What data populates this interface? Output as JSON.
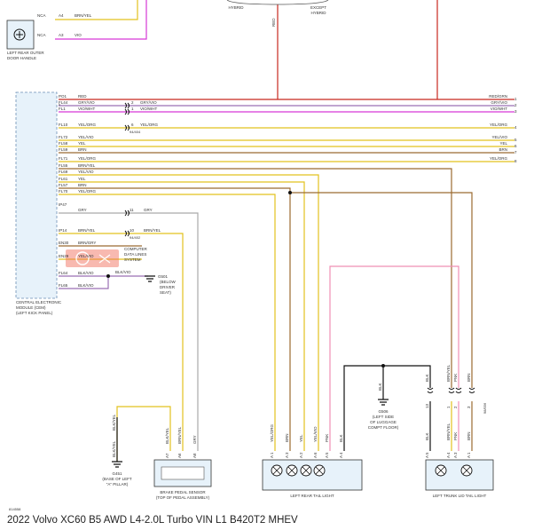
{
  "caption": "2022 Volvo XC60 B5 AWD L4-2.0L Turbo VIN L1 B420T2 MHEV",
  "figure_id": "814558",
  "top_labels": {
    "hybrid": "HYBRID",
    "except_1": "EXCEPT",
    "except_2": "HYBRID",
    "red": "RED"
  },
  "door_handle": {
    "name_1": "LEFT REAR OUTER",
    "name_2": "DOOR HANDLE",
    "rows": [
      {
        "code": "NCA",
        "pin": "A4",
        "wire": "BRN/YEL"
      },
      {
        "code": "NCA",
        "pin": "A3",
        "wire": "VIO"
      }
    ]
  },
  "cem": {
    "name_1": "CENTRAL ELECTRONIC",
    "name_2": "MODULE (CEM)",
    "name_3": "(LEFT KICK PANEL)",
    "pins": [
      {
        "pin": "PO1",
        "wire": "RED"
      },
      {
        "pin": "FL44",
        "wire": "GRY/VIO"
      },
      {
        "pin": "FL1",
        "wire": "VIO/WHT"
      },
      {
        "pin": "FL10",
        "wire": "YEL/ORG"
      },
      {
        "pin": "FL72",
        "wire": "YEL/VIO"
      },
      {
        "pin": "FL58",
        "wire": "YEL"
      },
      {
        "pin": "FL59",
        "wire": "BRN"
      },
      {
        "pin": "FL71",
        "wire": "YEL/ORG"
      },
      {
        "pin": "FL55",
        "wire": "BRN/YEL"
      },
      {
        "pin": "FL69",
        "wire": "YEL/VIO"
      },
      {
        "pin": "FL61",
        "wire": "YEL"
      },
      {
        "pin": "FL57",
        "wire": "BRN"
      },
      {
        "pin": "FL70",
        "wire": "YEL/ORG"
      },
      {
        "pin": "IP47",
        "wire": ""
      },
      {
        "pin": "",
        "wire": "GRY"
      },
      {
        "pin": "IP14",
        "wire": "BRN/YEL"
      },
      {
        "pin": "EN30",
        "wire": "BRN/GRY"
      },
      {
        "pin": "EN29",
        "wire": "YEL/VIO"
      },
      {
        "pin": "FL64",
        "wire": "BLK/VIO"
      },
      {
        "pin": "FL65",
        "wire": "BLK/VIO"
      }
    ]
  },
  "inline_connectors": [
    {
      "num": "2",
      "wire": "GRY/VIO"
    },
    {
      "num": "1",
      "wire": "VIO/WHT"
    },
    {
      "num": "6",
      "wire": "YEL/ORG",
      "ref": "94/404"
    },
    {
      "num": "11",
      "wire": "GRY"
    },
    {
      "num": "10",
      "wire": "BRN/YEL",
      "ref": "94/402"
    }
  ],
  "right_edge": [
    {
      "wire": "RED/GRN",
      "num": "1"
    },
    {
      "wire": "GRY/VIO",
      "num": "2"
    },
    {
      "wire": "VIO/WHT",
      "num": "3"
    },
    {
      "wire": "YEL/ORG",
      "num": "4"
    },
    {
      "wire": "YEL/VIO",
      "num": "5"
    },
    {
      "wire": "YEL",
      "num": "6"
    },
    {
      "wire": "BRN",
      "num": "7"
    },
    {
      "wire": "YEL/ORG",
      "num": "8"
    }
  ],
  "computer_data": {
    "l1": "COMPUTER",
    "l2": "DATA LINES",
    "l3": "SYSTEM"
  },
  "ground_g501": {
    "id": "G501",
    "l1": "(BELOW",
    "l2": "DRIVER",
    "l3": "SEAT)"
  },
  "ground_g451": {
    "id": "G451",
    "l1": "(BASE OF LEFT",
    "l2": "\"A\" PILLAR)"
  },
  "ground_g506": {
    "id": "G506",
    "l1": "(LEFT SIDE",
    "l2": "OF LUGGAGE",
    "l3": "COMPT FLOOR)"
  },
  "brake_sensor": {
    "name_1": "BRAKE PEDAL SENSOR",
    "name_2": "(TOP OF PEDAL ASSEMBLY)",
    "top_wire": "BLK/YEL",
    "mid_wire": "BLK/YEL",
    "pins": [
      {
        "pin": "A7",
        "wire": "BLK/YEL"
      },
      {
        "pin": "A6",
        "wire": "BRN/YEL"
      },
      {
        "pin": "A8",
        "wire": "GRY"
      }
    ]
  },
  "rear_tail": {
    "name": "LEFT REAR TAIL LIGHT",
    "pins": [
      {
        "pin": "A 1",
        "wire": "YEL/ORG"
      },
      {
        "pin": "A 3",
        "wire": "BRN"
      },
      {
        "pin": "A 2",
        "wire": "YEL"
      },
      {
        "pin": "A 6",
        "wire": "YEL/VIO"
      },
      {
        "pin": "A 5",
        "wire": "PNK"
      },
      {
        "pin": "A 4",
        "wire": "BLK"
      }
    ]
  },
  "trunk_tail": {
    "name": "LEFT TRUNK LID TAIL LIGHT",
    "top_wires": [
      "BLK",
      "BRN/YEL",
      "PNK",
      "BRN"
    ],
    "mid_nums": [
      "13",
      "1",
      "2",
      "3"
    ],
    "ref": "98/556",
    "pins": [
      {
        "pin": "A 5",
        "wire": "BLK"
      },
      {
        "pin": "A 4",
        "wire": "BRN/YEL"
      },
      {
        "pin": "A 3",
        "wire": "PNK"
      },
      {
        "pin": "A 1",
        "wire": "BRN"
      }
    ]
  },
  "g506_wire": "BLK",
  "colors": {
    "red": "#c8281e",
    "gry_vio": "#9a6fb4",
    "vio": "#d638d6",
    "yel": "#e2c21e",
    "brn": "#9b6a30",
    "gry": "#a9a9a9",
    "pnk": "#ef8fb5",
    "blk": "#111111",
    "cem_fill": "#e7f2fa",
    "watermark": "#f06a55"
  }
}
